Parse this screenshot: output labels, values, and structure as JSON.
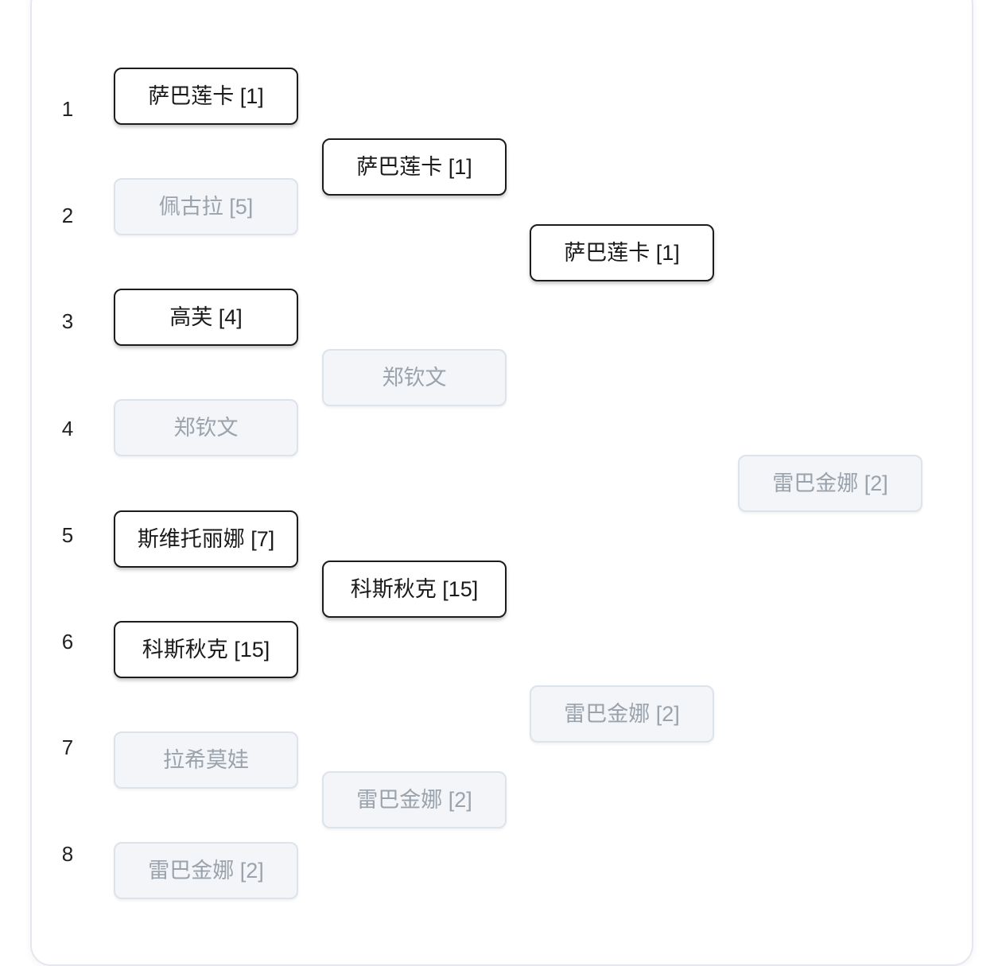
{
  "seeds": [
    "1",
    "2",
    "3",
    "4",
    "5",
    "6",
    "7",
    "8"
  ],
  "round1": [
    {
      "name": "萨巴莲卡 [1]",
      "status": "win"
    },
    {
      "name": "佩古拉 [5]",
      "status": "lose"
    },
    {
      "name": "高芙 [4]",
      "status": "win"
    },
    {
      "name": "郑钦文",
      "status": "lose"
    },
    {
      "name": "斯维托丽娜 [7]",
      "status": "win"
    },
    {
      "name": "科斯秋克 [15]",
      "status": "win"
    },
    {
      "name": "拉希莫娃",
      "status": "lose"
    },
    {
      "name": "雷巴金娜 [2]",
      "status": "lose"
    }
  ],
  "round2": [
    {
      "name": "萨巴莲卡 [1]",
      "status": "win"
    },
    {
      "name": "郑钦文",
      "status": "lose"
    },
    {
      "name": "科斯秋克 [15]",
      "status": "win"
    },
    {
      "name": "雷巴金娜 [2]",
      "status": "lose"
    }
  ],
  "round3": [
    {
      "name": "萨巴莲卡 [1]",
      "status": "win"
    },
    {
      "name": "雷巴金娜 [2]",
      "status": "lose"
    }
  ],
  "round4": [
    {
      "name": "雷巴金娜 [2]",
      "status": "lose"
    }
  ]
}
